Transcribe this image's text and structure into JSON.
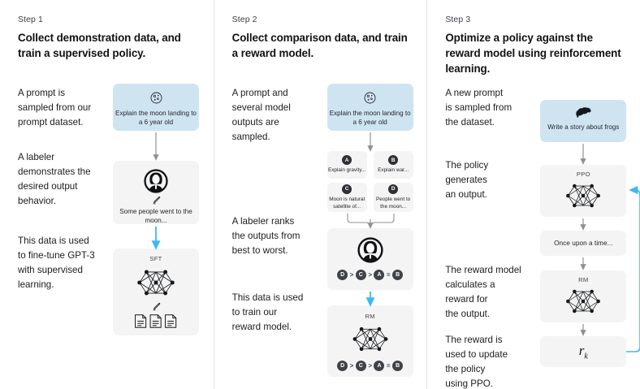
{
  "diagram": {
    "title": "RLHF three-step training diagram",
    "accent_blue": "#3db8f5",
    "prompt_box_bg": "#cfe4f1",
    "card_bg": "#f4f4f4",
    "arrow_gray": "#8e9196"
  },
  "columns": [
    {
      "step_label": "Step 1",
      "step_title": "Collect demonstration data,\nand train a supervised policy.",
      "paragraphs": [
        "A prompt is\nsampled from our\nprompt dataset.",
        "A labeler\ndemonstrates the\ndesired output\nbehavior.",
        "This data is used\nto fine-tune GPT-3\nwith supervised\nlearning."
      ],
      "prompt_card": {
        "icon": "moon-icon",
        "text": "Explain the moon\nlanding to a 6 year old"
      },
      "demo_card": {
        "icon": "labeler-icon",
        "sub_icon": "pencil-icon",
        "text": "Some people went\nto the moon..."
      },
      "model_card": {
        "caption": "SFT",
        "icon": "neural-net-icon",
        "sub_icon": "pencil-icon",
        "docs_icon": "documents-icon"
      }
    },
    {
      "step_label": "Step 2",
      "step_title": "Collect comparison data,\nand train a reward model.",
      "paragraphs": [
        "A prompt and\nseveral model\noutputs are\nsampled.",
        "A labeler ranks\nthe outputs from\nbest to worst.",
        "This data is used\nto train our\nreward model."
      ],
      "prompt_card": {
        "icon": "moon-icon",
        "text": "Explain the moon\nlanding to a 6 year old"
      },
      "outputs": [
        {
          "letter": "A",
          "text": "Explain gravity..."
        },
        {
          "letter": "B",
          "text": "Explain war..."
        },
        {
          "letter": "C",
          "text": "Moon is natural\nsatellite of..."
        },
        {
          "letter": "D",
          "text": "People went to\nthe moon..."
        }
      ],
      "rank_card": {
        "icon": "labeler-icon",
        "ranking": [
          "D",
          ">",
          "C",
          ">",
          "A",
          "=",
          "B"
        ]
      },
      "model_card": {
        "caption": "RM",
        "icon": "neural-net-icon",
        "ranking": [
          "D",
          ">",
          "C",
          ">",
          "A",
          "=",
          "B"
        ]
      }
    },
    {
      "step_label": "Step 3",
      "step_title": "Optimize a policy against\nthe reward model using\nreinforcement learning.",
      "paragraphs": [
        "A new prompt\nis sampled from\nthe dataset.",
        "The policy\ngenerates\nan output.",
        "The reward model\ncalculates a\nreward for\nthe output.",
        "The reward is\nused to update\nthe policy\nusing PPO."
      ],
      "prompt_card": {
        "icon": "frog-icon",
        "text": "Write a story\nabout frogs"
      },
      "policy_card": {
        "caption": "PPO",
        "icon": "neural-net-icon"
      },
      "output_card": {
        "text": "Once upon a time..."
      },
      "reward_model_card": {
        "caption": "RM",
        "icon": "neural-net-icon"
      },
      "reward_card": {
        "symbol": "r",
        "subscript": "k"
      }
    }
  ]
}
